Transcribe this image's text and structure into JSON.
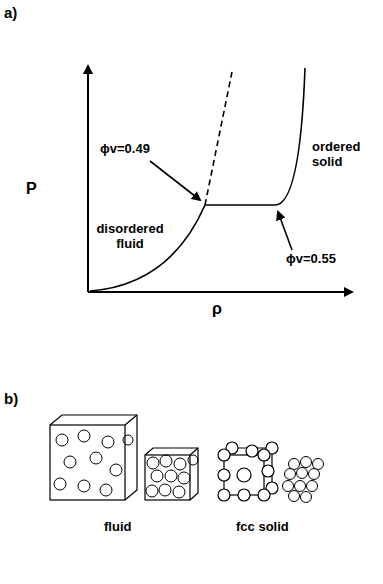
{
  "diagram": {
    "labels": [
      "a)",
      "P",
      "ρ",
      "ϕv=0.49",
      "ordered solid",
      "disordered fluid",
      "ϕv=0.55",
      "b)",
      "fluid",
      "fcc solid"
    ]
  }
}
